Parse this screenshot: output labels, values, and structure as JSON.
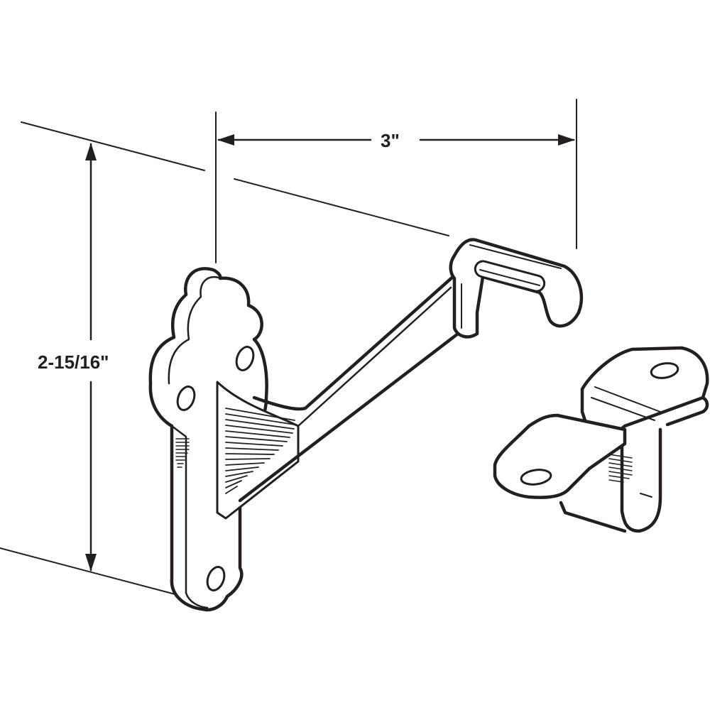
{
  "diagram": {
    "subject": "handrail bracket with wall mount and rail clip",
    "colors": {
      "line": "#231f20",
      "background": "#ffffff"
    },
    "dimensions": {
      "width": {
        "label": "3\"",
        "orientation": "horizontal"
      },
      "height": {
        "label": "2-15/16\"",
        "orientation": "vertical"
      }
    },
    "parts": [
      {
        "name": "bracket-arm",
        "description": "Decorative wall plate with 3 screw holes and angled arm ending in rail saddle"
      },
      {
        "name": "rail-clip",
        "description": "U-shaped strap with 2 screw holes"
      }
    ]
  }
}
